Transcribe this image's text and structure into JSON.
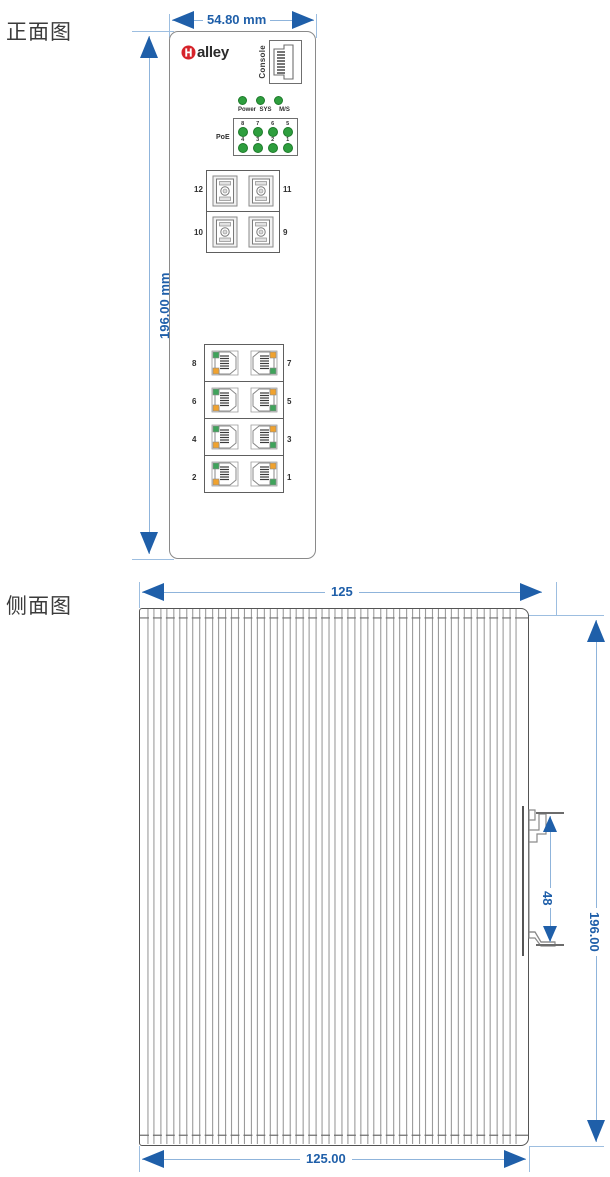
{
  "views": {
    "front": {
      "label": "正面图"
    },
    "side": {
      "label": "侧面图"
    }
  },
  "dimensions": {
    "front_width": "54.80 mm",
    "front_height": "196.00 mm",
    "side_width_top": "125",
    "side_width_bottom": "125.00",
    "side_height": "196.00",
    "din_rail_height": "48"
  },
  "colors": {
    "dimension": "#1F5FA9",
    "dimension_line": "#8FB4DB",
    "led_green": "#2E9E3E",
    "led_orange": "#F0A22E",
    "brand_red": "#D6232A",
    "outline": "#5e5e5e"
  },
  "front_panel": {
    "brand": {
      "text": "alley",
      "mark": "halley-h-mark"
    },
    "console": {
      "label": "Console",
      "icon": "rj45-console-port-icon"
    },
    "status_leds": [
      {
        "name": "Power",
        "color": "#2E9E3E"
      },
      {
        "name": "SYS",
        "color": "#2E9E3E"
      },
      {
        "name": "M/S",
        "color": "#2E9E3E"
      }
    ],
    "poe": {
      "label": "PoE",
      "top_row": [
        "8",
        "7",
        "6",
        "5"
      ],
      "bottom_row": [
        "4",
        "3",
        "2",
        "1"
      ]
    },
    "sfp_ports": {
      "rows": [
        {
          "left": "12",
          "right": "11"
        },
        {
          "left": "10",
          "right": "9"
        }
      ]
    },
    "rj45_ports": {
      "rows": [
        {
          "left": "8",
          "right": "7"
        },
        {
          "left": "6",
          "right": "5"
        },
        {
          "left": "4",
          "right": "3"
        },
        {
          "left": "2",
          "right": "1"
        }
      ]
    }
  }
}
